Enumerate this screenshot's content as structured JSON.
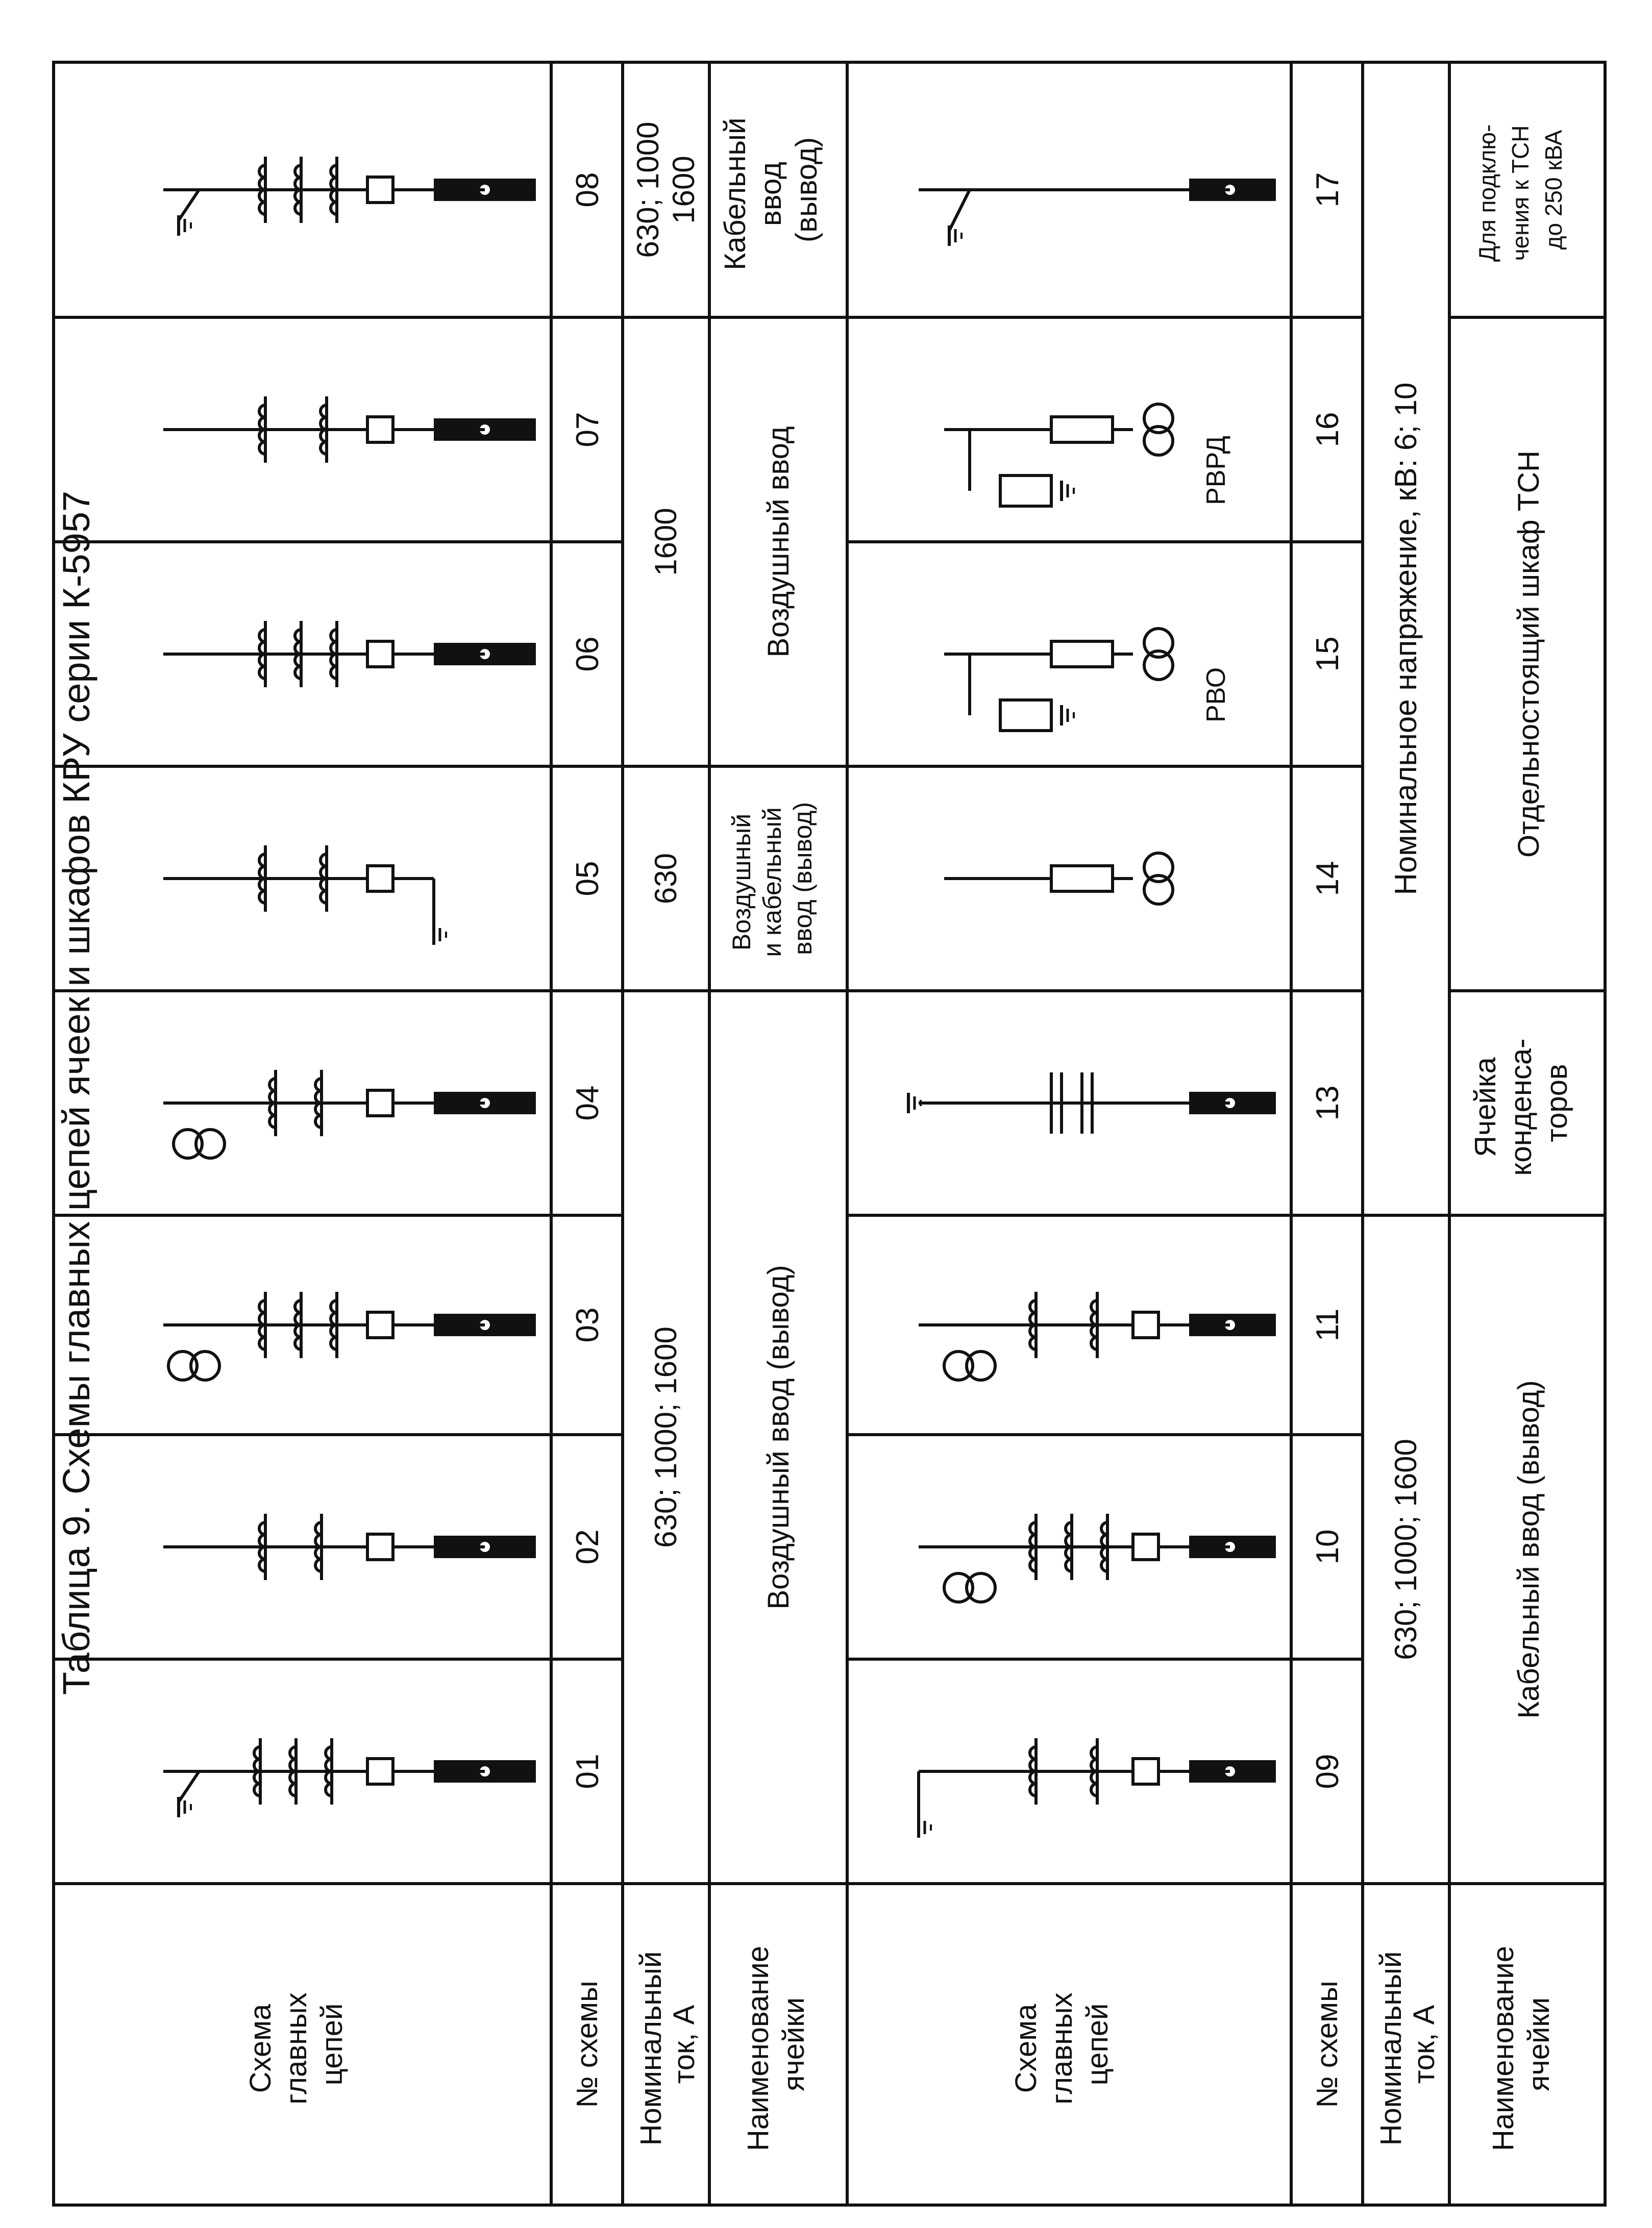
{
  "title": "Таблица 9. Схемы главных цепей ячеек и шкафов КРУ серии К-5957",
  "row_headers": {
    "scheme": [
      "Схема",
      "главных",
      "цепей"
    ],
    "number": "№ схемы",
    "current": [
      "Номинальный",
      "ток, А"
    ],
    "name": [
      "Наименование",
      "ячейки"
    ]
  },
  "top": {
    "schemes": [
      "01",
      "02",
      "03",
      "04",
      "05",
      "06",
      "07",
      "08"
    ],
    "current_values": [
      "630; 1000; 1600",
      "630",
      "1600",
      "630; 1000",
      "1600"
    ],
    "name_values": [
      "Воздушный ввод (вывод)",
      "Воздушный",
      "и кабельный",
      "ввод (вывод)",
      "Воздушный ввод",
      "Кабельный",
      "ввод",
      "(вывод)"
    ]
  },
  "bottom": {
    "schemes": [
      "09",
      "10",
      "11",
      "13",
      "14",
      "15",
      "16",
      "17"
    ],
    "current_values": [
      "630; 1000; 1600",
      "Номинальное напряжение, кВ: 6; 10"
    ],
    "name_values": [
      "Кабельный ввод (вывод)",
      "Ячейка",
      "конденса-",
      "торов",
      "Отдельностоящий шкаф ТСН",
      "Для подклю-",
      "чения к ТСН",
      "до 250 кВА"
    ],
    "labels": [
      "РВО",
      "РВРД"
    ]
  }
}
